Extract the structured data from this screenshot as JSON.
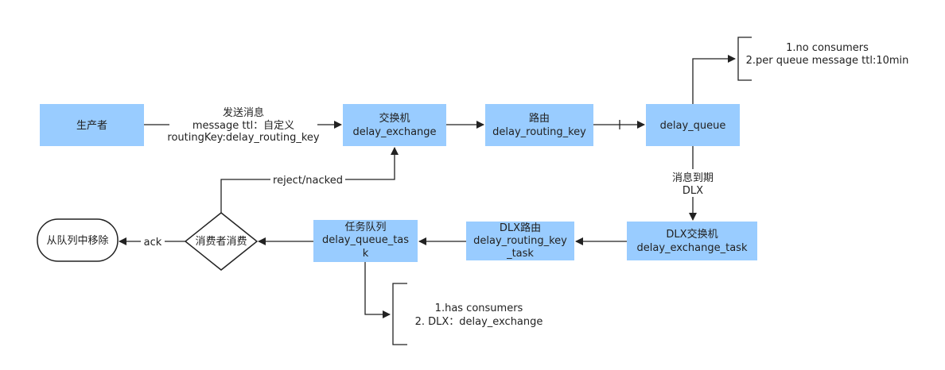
{
  "nodes": {
    "producer": "生产者",
    "exchange": [
      "交换机",
      "delay_exchange"
    ],
    "route": [
      "路由",
      "delay_routing_key"
    ],
    "queue": "delay_queue",
    "dlx_exchange": [
      "DLX交换机",
      "delay_exchange_task"
    ],
    "dlx_route": [
      "DLX路由",
      "delay_routing_key",
      "_task"
    ],
    "task_queue": [
      "任务队列",
      "delay_queue_tas",
      "k"
    ],
    "consumer": "消费者消费",
    "remove": "从队列中移除"
  },
  "edges": {
    "producer_to_exchange": [
      "发送消息",
      "message ttl：自定义",
      "routingKey:delay_routing_key"
    ],
    "queue_to_dlx": [
      "消息到期",
      "DLX"
    ],
    "reject": "reject/nacked",
    "ack": "ack"
  },
  "notes": {
    "queue_note": [
      "1.no consumers",
      "2.per queue message ttl:10min"
    ],
    "task_note": [
      "1.has consumers",
      "2. DLX：delay_exchange"
    ]
  },
  "colors": {
    "box_fill": "#99ccff",
    "line": "#222222"
  }
}
